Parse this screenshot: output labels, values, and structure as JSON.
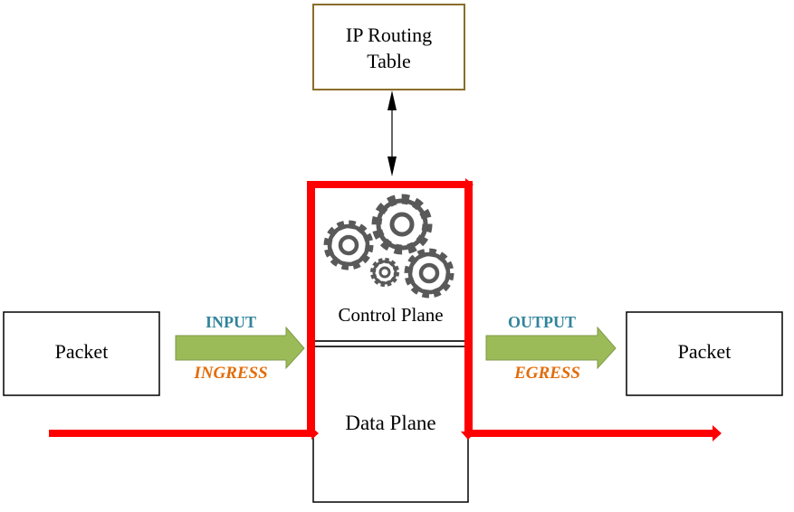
{
  "routing_table": {
    "label_line1": "IP Routing",
    "label_line2": "Table",
    "border_color": "#8a6d2b"
  },
  "router": {
    "control_plane_label": "Control Plane",
    "data_plane_label": "Data Plane",
    "gear_icons": [
      "gear-icon",
      "gear-icon",
      "gear-icon",
      "gear-icon"
    ]
  },
  "input_packet": {
    "label": "Packet"
  },
  "output_packet": {
    "label": "Packet"
  },
  "input_arrow": {
    "top_label": "INPUT",
    "bottom_label": "INGRESS"
  },
  "output_arrow": {
    "top_label": "OUTPUT",
    "bottom_label": "EGRESS"
  },
  "colors": {
    "path_red": "#ff0000",
    "arrow_green": "#9bbb59",
    "label_teal": "#31849b",
    "label_orange": "#e36c09",
    "gear_gray": "#595959"
  }
}
